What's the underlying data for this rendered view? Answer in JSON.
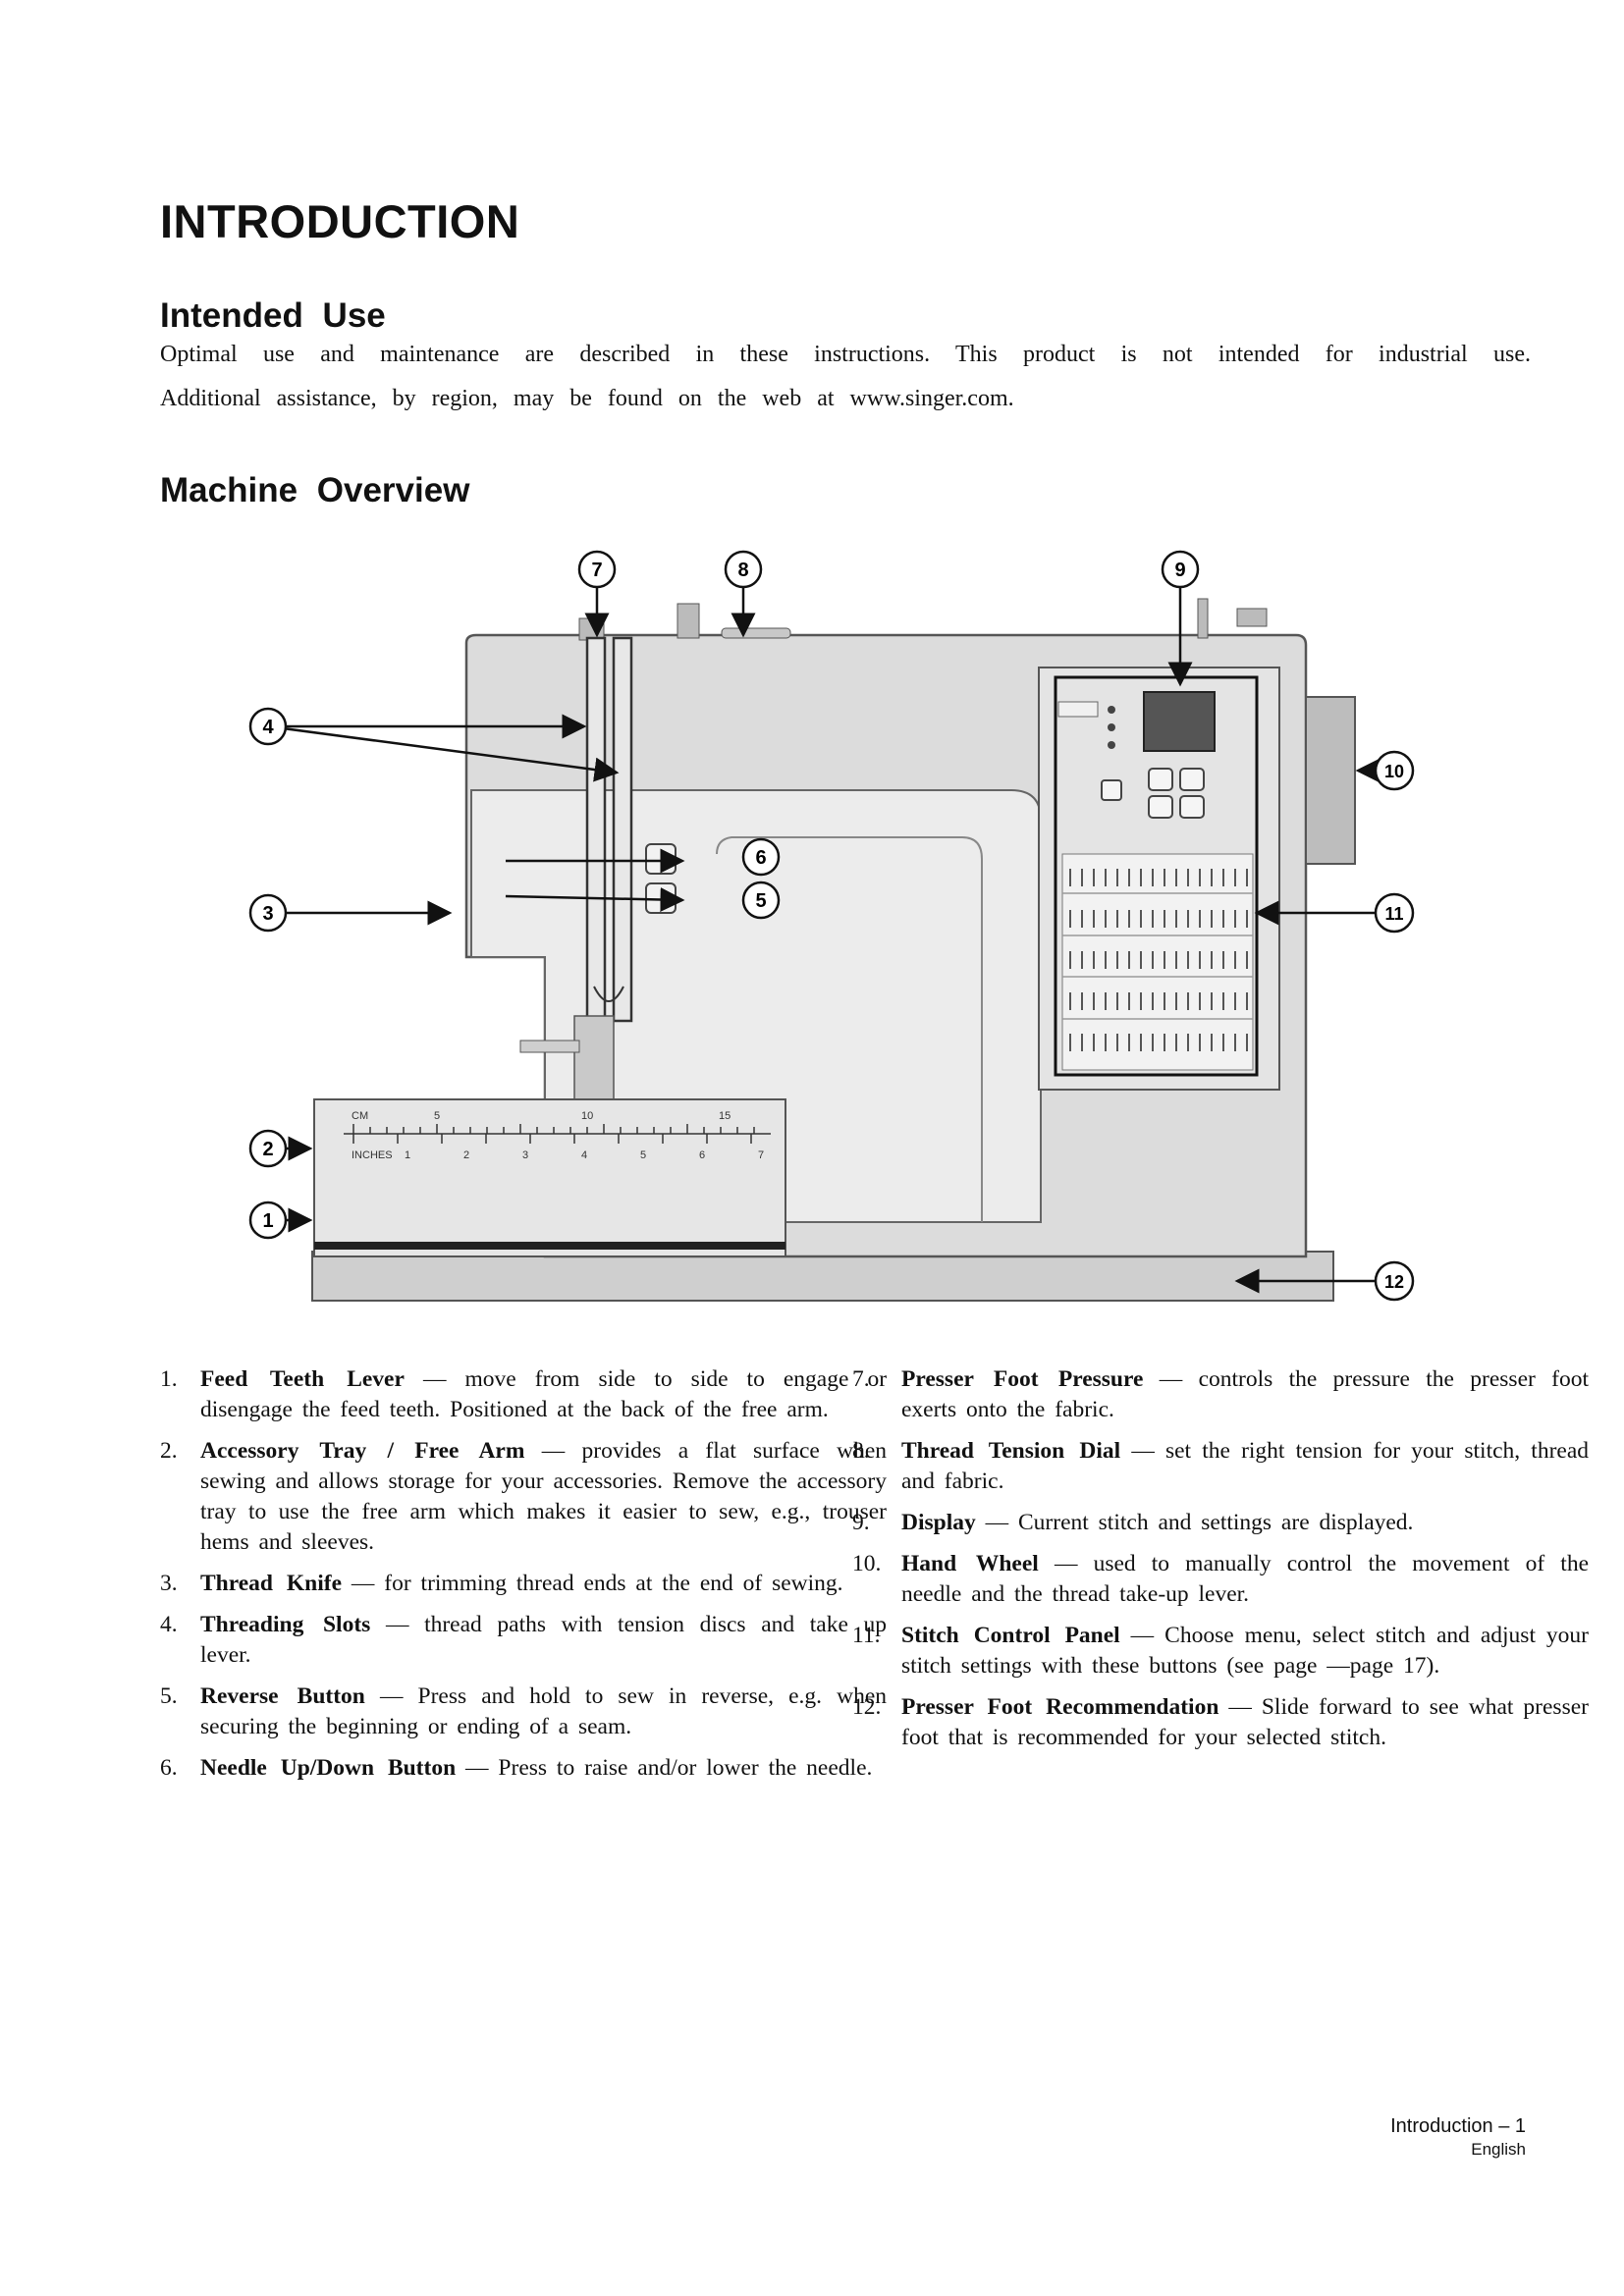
{
  "page_title": "INTRODUCTION",
  "intended_use": {
    "title": "Intended Use",
    "line1": "Optimal use and maintenance are described in these instructions. This product is not intended for industrial use.",
    "line2": "Additional assistance, by region, may be found on the web at www.singer.com."
  },
  "machine_overview": {
    "title": "Machine Overview",
    "figure": {
      "callouts": [
        "1",
        "2",
        "3",
        "4",
        "5",
        "6",
        "7",
        "8",
        "9",
        "10",
        "11",
        "12"
      ],
      "ruler": {
        "cm_label": "CM",
        "inch_label": "INCHES",
        "cm_ticks": [
          "5",
          "10",
          "15"
        ],
        "inch_ticks": [
          "1",
          "2",
          "3",
          "4",
          "5",
          "6",
          "7"
        ]
      }
    }
  },
  "parts_left": [
    {
      "num": "1.",
      "name": "Feed Teeth Lever",
      "sep": "—",
      "desc": "move from side to side to engage or disengage the feed teeth. Positioned at the back of the free arm."
    },
    {
      "num": "2.",
      "name": "Accessory Tray / Free Arm",
      "sep": "—",
      "desc": "provides a flat surface when sewing and allows storage for your accessories. Remove the accessory tray to use the free arm which makes it easier to sew, e.g., trouser hems and sleeves."
    },
    {
      "num": "3.",
      "name": "Thread Knife",
      "sep": "—",
      "desc": "for trimming thread ends at the end of sewing."
    },
    {
      "num": "4.",
      "name": "Threading Slots",
      "sep": "—",
      "desc": "thread paths with tension discs and take up lever."
    },
    {
      "num": "5.",
      "name": "Reverse Button",
      "sep": "—",
      "desc": "Press and hold to sew in reverse, e.g. when securing the beginning or ending of a seam."
    },
    {
      "num": "6.",
      "name": "Needle Up/Down Button",
      "sep": "—",
      "desc": "Press to raise and/or lower the needle."
    }
  ],
  "parts_right": [
    {
      "num": "7.",
      "name": "Presser Foot Pressure",
      "sep": "—",
      "desc": "controls the pressure the presser foot exerts onto the fabric."
    },
    {
      "num": "8.",
      "name": "Thread Tension Dial",
      "sep": "—",
      "desc": "set the right tension for your stitch, thread and fabric."
    },
    {
      "num": "9.",
      "name": "Display",
      "sep": "—",
      "desc": "Current stitch and settings are displayed."
    },
    {
      "num": "10.",
      "name": "Hand Wheel",
      "sep": "—",
      "desc": "used to manually control the movement of the needle and the thread take-up lever."
    },
    {
      "num": "11.",
      "name": "Stitch Control Panel",
      "sep": "—",
      "desc": "Choose menu, select stitch and adjust your stitch settings with these buttons (see page —page 17)."
    },
    {
      "num": "12.",
      "name": "Presser Foot Recommendation",
      "sep": "—",
      "desc": "Slide forward to see what presser foot that is recommended for your selected stitch."
    }
  ],
  "footer": {
    "section": "Introduction – 1",
    "language": "English"
  }
}
